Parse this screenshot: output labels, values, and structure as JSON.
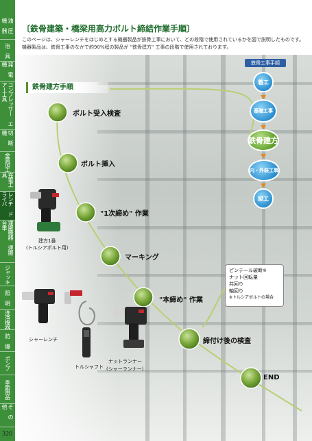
{
  "sidebar": {
    "items": [
      {
        "label": "油 圧 機 器",
        "active": false
      },
      {
        "label": "治 具",
        "active": false
      },
      {
        "label": "発 電 機",
        "active": false
      },
      {
        "label": "コンプレッサー エアー工具",
        "active": false
      },
      {
        "label": "切 断 機",
        "active": false
      },
      {
        "label": "金属加工",
        "active": false
      },
      {
        "label": "充電工具",
        "active": false
      },
      {
        "label": "レンチ ドライバ",
        "active": true
      },
      {
        "label": "運搬機器 運搬 台車",
        "active": false
      },
      {
        "label": "ジャッキ",
        "active": false
      },
      {
        "label": "照 明",
        "active": false
      },
      {
        "label": "洗浄機器",
        "active": false
      },
      {
        "label": "防 爆",
        "active": false
      },
      {
        "label": "ポンプ",
        "active": false
      },
      {
        "label": "季節用品",
        "active": false
      },
      {
        "label": "そ の 他",
        "active": false
      }
    ],
    "page_number": "320"
  },
  "header": {
    "title": "〔鉄骨建築・橋梁用高力ボルト締結作業手順〕",
    "line1": "このページは、シャーレンチをはじめとする機器製品が鉄骨工事において、どの段階で使用されているかを図で説明したものです。",
    "line2": "機器製品は、鉄骨工事のなかで約90%程の製品が \"鉄骨建方\" 工事の段階で使用されております。"
  },
  "flow": {
    "banner": "鉄骨建方手順",
    "steps": [
      {
        "label": "ボルト受入検査"
      },
      {
        "label": "ボルト挿入"
      },
      {
        "label": "\"1次締め\" 作業"
      },
      {
        "label": "マーキング"
      },
      {
        "label": "\"本締め\" 作業"
      },
      {
        "label": "締付け後の検査"
      },
      {
        "label": "END"
      }
    ]
  },
  "process": {
    "title": "鉄骨工事手順",
    "items": [
      {
        "label": "着工"
      },
      {
        "label": "基礎工事"
      },
      {
        "label": "鉄骨建方"
      },
      {
        "label": "内・外装工事"
      },
      {
        "label": "竣工"
      }
    ]
  },
  "note": {
    "lines": [
      "ピンテール破断※",
      "ナット回転量",
      "共回り",
      "軸回り"
    ],
    "footnote": "※トルシアボルトの場合"
  },
  "products": {
    "tatekata": "建方1番",
    "tatekata_sub": "(トルシアボルト用)",
    "shear": "シャーレンチ",
    "torshaft": "トルシャフト",
    "nutrunner": "ナットランナー",
    "nutrunner_sub": "(シャーランナー)"
  },
  "colors": {
    "sidebar": "#3d8f3a",
    "title": "#1e6b2b",
    "process_blue": "#2b8fd0",
    "step_green": "#6a9e2e",
    "arrow": "#e58a1f"
  }
}
